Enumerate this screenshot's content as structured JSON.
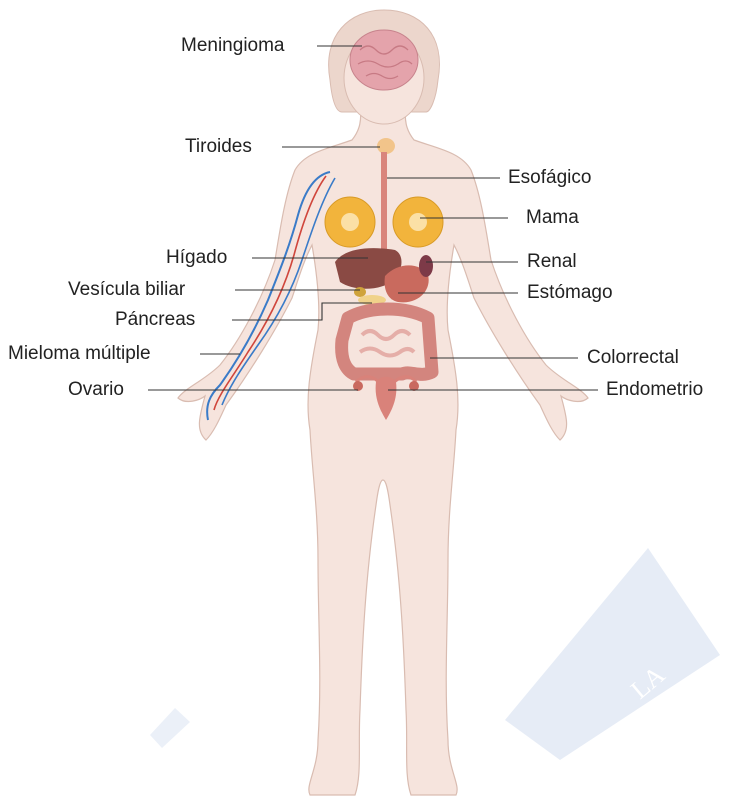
{
  "labels": {
    "meningioma": "Meningioma",
    "tiroides": "Tiroides",
    "esofagico": "Esofágico",
    "mama": "Mama",
    "higado": "Hígado",
    "renal": "Renal",
    "vesicula": "Vesícula biliar",
    "estomago": "Estómago",
    "pancreas": "Páncreas",
    "mieloma": "Mieloma  múltiple",
    "colorrectal": "Colorrectal",
    "ovario": "Ovario",
    "endometrio": "Endometrio"
  },
  "watermark_text": "LA",
  "colors": {
    "skin": "#f5e3dc",
    "skin_outline": "#d9bcb1",
    "hair": "#e8d2c8",
    "brain": "#e6a6ae",
    "organ_red": "#c9695f",
    "liver": "#8a4a44",
    "intestine": "#d38a84",
    "breast": "#f2b43c",
    "vein_blue": "#3a7bc8",
    "artery_red": "#d0463c",
    "watermark": "#dfe6f3",
    "line": "#333333"
  }
}
